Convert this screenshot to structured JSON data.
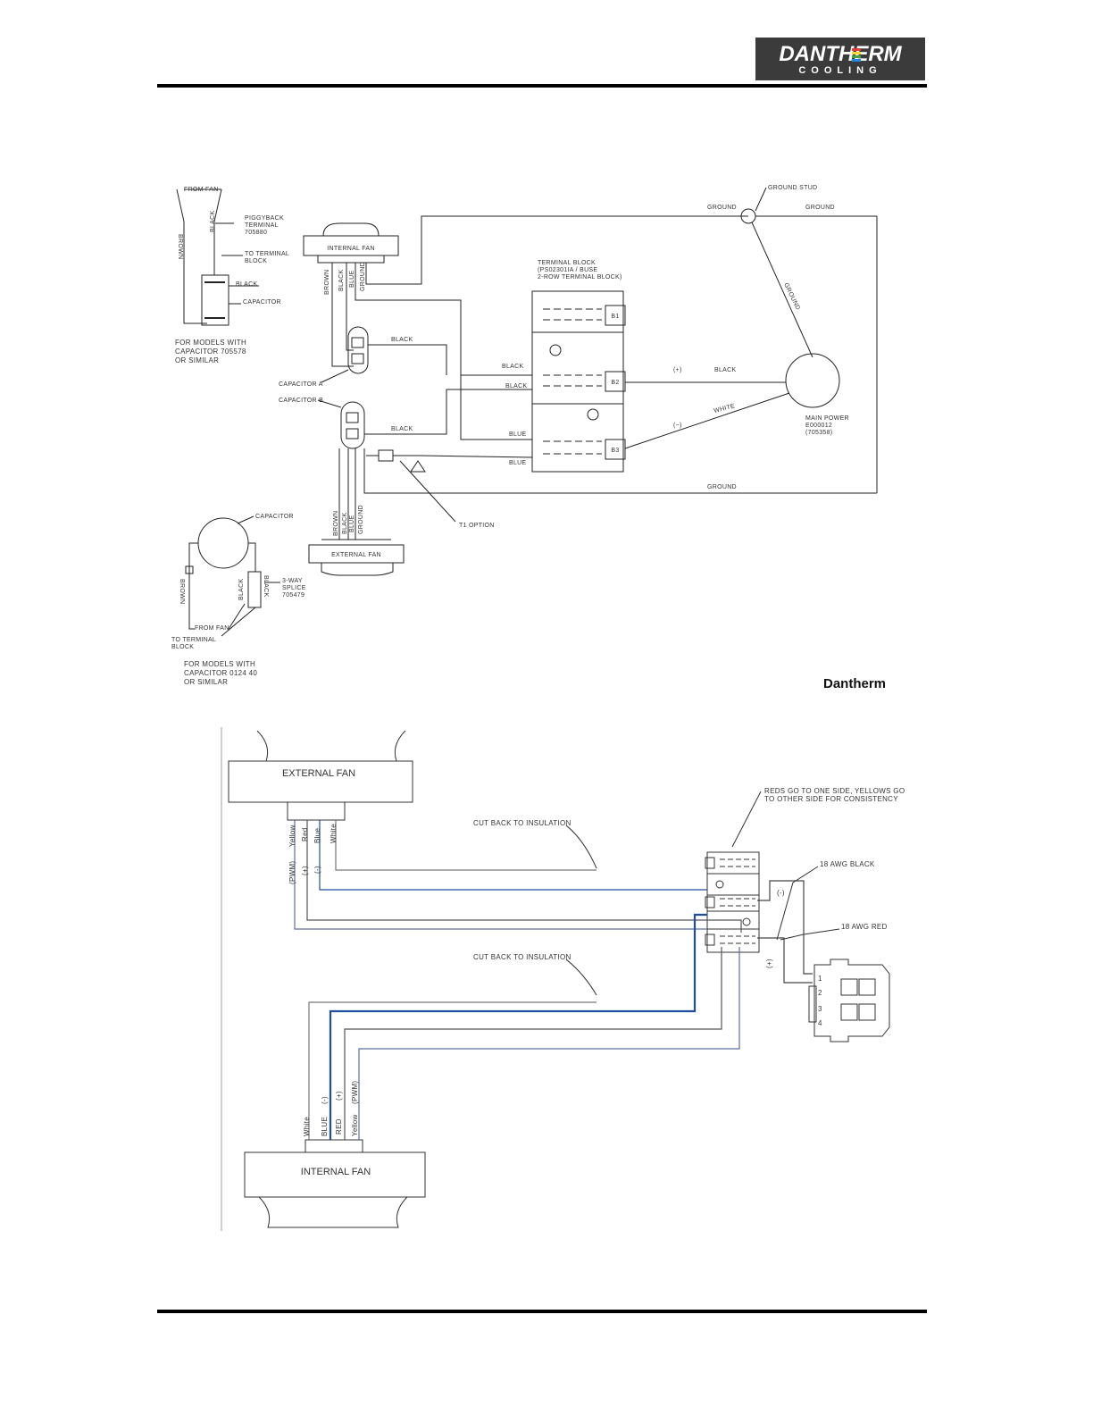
{
  "header": {
    "logo_top": "DANTHERM",
    "logo_bottom": "COOLING",
    "logo_colors": [
      "#e53935",
      "#fdd835",
      "#43a047",
      "#1e88e5"
    ]
  },
  "diagram1": {
    "from_fan": "FROM FAN",
    "brown": "BROWN",
    "black": "BLACK",
    "piggyback_1": "PIGGYBACK",
    "piggyback_2": "TERMINAL",
    "piggyback_3": "705880",
    "to_terminal_1": "TO TERMINAL",
    "to_terminal_2": "BLOCK",
    "capacitor": "CAPACITOR",
    "models_a_1": "FOR MODELS WITH",
    "models_a_2": "CAPACITOR 705578",
    "models_a_3": "OR SIMILAR",
    "internal_fan": "INTERNAL FAN",
    "blue": "BLUE",
    "ground": "GROUND",
    "ground_stud": "GROUND STUD",
    "terminal_block_1": "TERMINAL BLOCK",
    "terminal_block_2": "(PS02301IA / BUSE",
    "terminal_block_3": "2-ROW TERMINAL BLOCK)",
    "b1": "B1",
    "b2": "B2",
    "b3": "B3",
    "plus": "(+)",
    "minus": "(−)",
    "white": "WHITE",
    "main_power_1": "MAIN POWER",
    "main_power_2": "E000012",
    "main_power_3": "(705358)",
    "capacitor_a": "CAPACITOR A",
    "capacitor_b": "CAPACITOR B",
    "t1_option": "T1 OPTION",
    "external_fan": "EXTERNAL FAN",
    "splice_1": "3-WAY",
    "splice_2": "SPLICE",
    "splice_3": "705479",
    "models_b_1": "FOR MODELS WITH",
    "models_b_2": "CAPACITOR 0124 40",
    "models_b_3": "OR SIMILAR",
    "brand": "Dantherm"
  },
  "diagram2": {
    "external_fan": "EXTERNAL FAN",
    "internal_fan": "INTERNAL FAN",
    "yellow": "Yellow",
    "red": "Red",
    "blue": "Blue",
    "white": "White",
    "blue_caps": "BLUE",
    "red_caps": "RED",
    "pwm": "(PWM)",
    "plus": "(+)",
    "minus": "(-)",
    "cut_back": "CUT BACK TO INSULATION",
    "reds_note_1": "REDS GO TO ONE SIDE, YELLOWS GO",
    "reds_note_2": "TO OTHER SIDE FOR CONSISTENCY",
    "awg_black": "18 AWG BLACK",
    "awg_red": "18 AWG RED",
    "pin1": "1",
    "pin2": "2",
    "pin3": "3",
    "pin4": "4"
  }
}
